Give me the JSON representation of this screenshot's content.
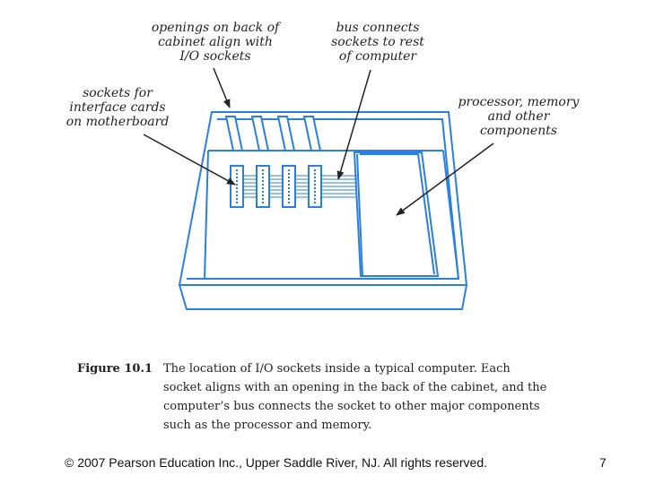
{
  "labels": {
    "openings": [
      "openings on back of",
      "cabinet align with",
      "I/O sockets"
    ],
    "bus": [
      "bus connects",
      "sockets to rest",
      "of computer"
    ],
    "sockets": [
      "sockets for",
      "interface cards",
      "on motherboard"
    ],
    "processor": [
      "processor, memory",
      "and other",
      "components"
    ]
  },
  "caption": {
    "label": "Figure 10.1",
    "lines": [
      "The location of I/O sockets inside a typical computer.  Each",
      "socket aligns with an opening in the back of the cabinet, and the",
      "computer’s bus connects the socket to other major components",
      "such as the processor and memory."
    ]
  },
  "footer": {
    "copyright": "© 2007 Pearson Education Inc., Upper Saddle River, NJ. All rights reserved.",
    "page_number": "7"
  },
  "colors": {
    "line": "#2a7fe0",
    "fill": "#9ccaf5",
    "arrow": "#222222"
  }
}
